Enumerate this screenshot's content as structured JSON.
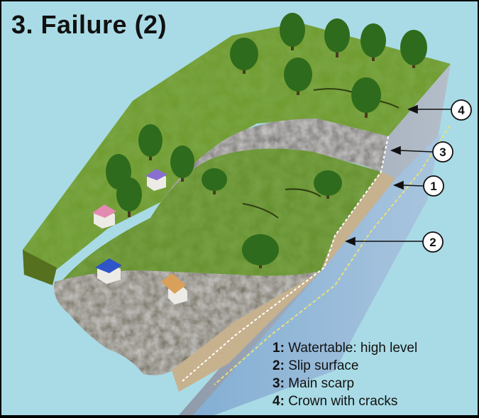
{
  "title": "3. Failure (2)",
  "callouts": [
    {
      "num": "4"
    },
    {
      "num": "3"
    },
    {
      "num": "1"
    },
    {
      "num": "2"
    }
  ],
  "legend": [
    {
      "num": "1:",
      "label": "Watertable: high level"
    },
    {
      "num": "2:",
      "label": "Slip surface"
    },
    {
      "num": "3:",
      "label": "Main scarp"
    },
    {
      "num": "4:",
      "label": "Crown with cracks"
    }
  ],
  "colors": {
    "background": "#a9dbe6",
    "grass": "#6d9a2c",
    "cliff_side": "#9aa6b4",
    "scarp": "#6e6a66",
    "soil": "#cdb793",
    "debris": "#6b6350",
    "slip_surface": "#ffffff",
    "watertable": "#e8e07a"
  }
}
